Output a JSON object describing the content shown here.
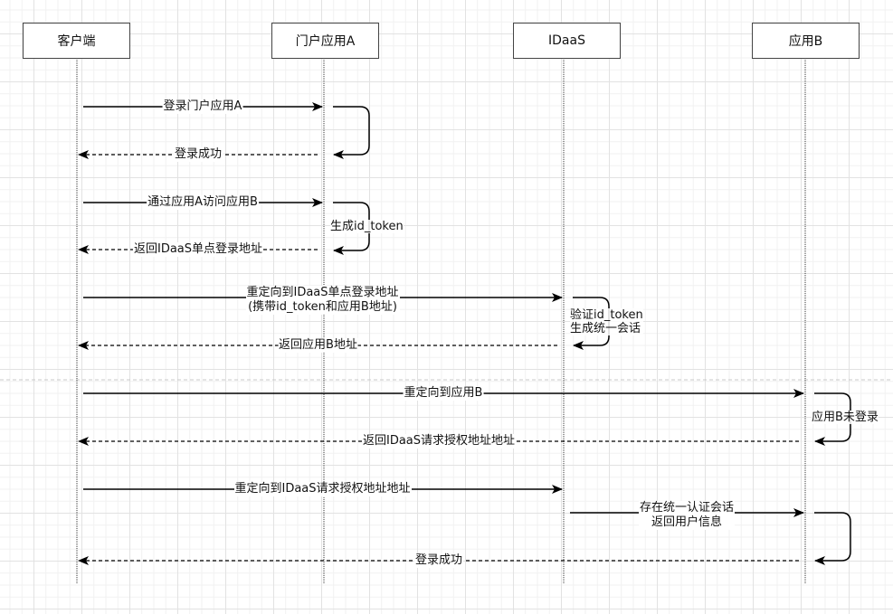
{
  "diagram": {
    "type": "sequence",
    "actors": [
      {
        "id": "client",
        "label": "客户端"
      },
      {
        "id": "portalA",
        "label": "门户应用A"
      },
      {
        "id": "idaas",
        "label": "IDaaS"
      },
      {
        "id": "appB",
        "label": "应用B"
      }
    ],
    "messages": [
      {
        "from": "client",
        "to": "portalA",
        "style": "solid",
        "label": "登录门户应用A"
      },
      {
        "from": "portalA",
        "to": "portalA",
        "style": "solid",
        "label": ""
      },
      {
        "from": "portalA",
        "to": "client",
        "style": "dashed",
        "label": "登录成功"
      },
      {
        "from": "client",
        "to": "portalA",
        "style": "solid",
        "label": "通过应用A访问应用B"
      },
      {
        "from": "portalA",
        "to": "portalA",
        "style": "solid",
        "label": "生成id_token"
      },
      {
        "from": "portalA",
        "to": "client",
        "style": "dashed",
        "label": "返回IDaaS单点登录地址"
      },
      {
        "from": "client",
        "to": "idaas",
        "style": "solid",
        "label": "重定向到IDaaS单点登录地址\n(携带id_token和应用B地址)"
      },
      {
        "from": "idaas",
        "to": "idaas",
        "style": "solid",
        "label": "验证id_token\n生成统一会话"
      },
      {
        "from": "idaas",
        "to": "client",
        "style": "dashed",
        "label": "返回应用B地址"
      },
      {
        "from": "client",
        "to": "appB",
        "style": "solid",
        "label": "重定向到应用B"
      },
      {
        "from": "appB",
        "to": "appB",
        "style": "solid",
        "label": "应用B未登录"
      },
      {
        "from": "appB",
        "to": "client",
        "style": "dashed",
        "label": "返回IDaaS请求授权地址地址"
      },
      {
        "from": "client",
        "to": "idaas",
        "style": "solid",
        "label": "重定向到IDaaS请求授权地址地址"
      },
      {
        "from": "idaas",
        "to": "appB",
        "style": "solid",
        "label": "存在统一认证会话\n返回用户信息"
      },
      {
        "from": "appB",
        "to": "appB",
        "style": "solid",
        "label": ""
      },
      {
        "from": "appB",
        "to": "client",
        "style": "dashed",
        "label": "登录成功"
      }
    ],
    "separator": {
      "style": "dashed",
      "color": "#c8c8c8"
    },
    "colors": {
      "line": "#000000",
      "box_border": "#444444",
      "lifeline": "#333333"
    }
  }
}
